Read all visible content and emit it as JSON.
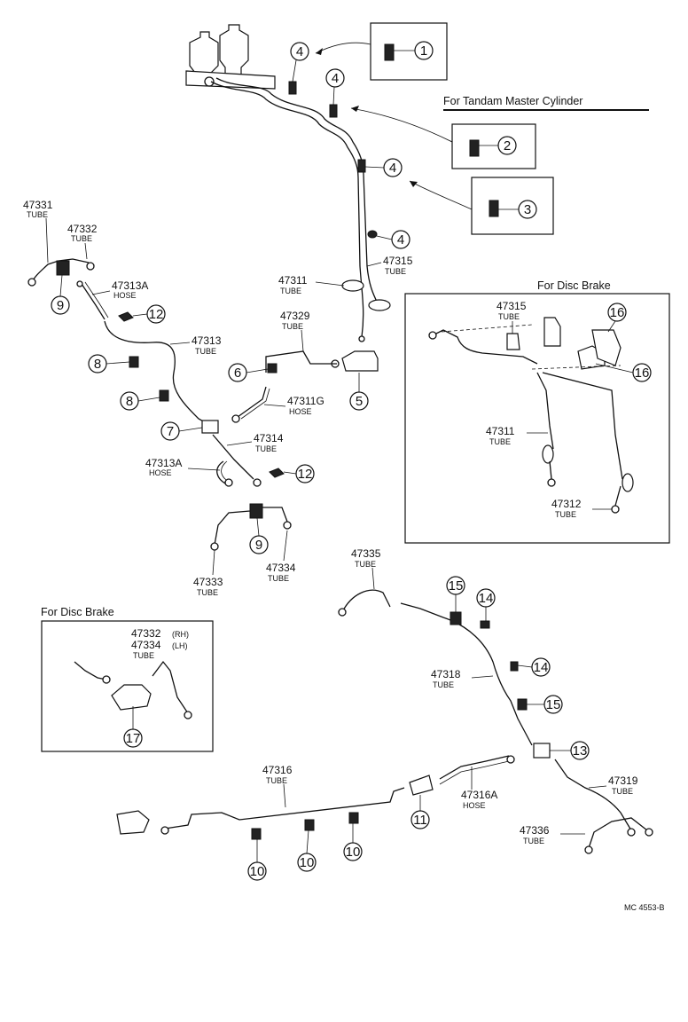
{
  "title_tandem": "For Tandam Master Cylinder",
  "title_disc_right": "For Disc Brake",
  "title_disc_left": "For Disc Brake",
  "diagram_code": "MC 4553-B",
  "callouts": {
    "c1": "1",
    "c2": "2",
    "c3": "3",
    "c4a": "4",
    "c4b": "4",
    "c4c": "4",
    "c4d": "4",
    "c5": "5",
    "c6": "6",
    "c7": "7",
    "c8a": "8",
    "c8b": "8",
    "c9a": "9",
    "c9b": "9",
    "c10a": "10",
    "c10b": "10",
    "c10c": "10",
    "c11": "11",
    "c12a": "12",
    "c12b": "12",
    "c13": "13",
    "c14a": "14",
    "c14b": "14",
    "c15a": "15",
    "c15b": "15",
    "c16a": "16",
    "c16b": "16",
    "c17": "17"
  },
  "parts": {
    "p47331": {
      "number": "47331",
      "type": "TUBE"
    },
    "p47332": {
      "number": "47332",
      "type": "TUBE"
    },
    "p47313A_1": {
      "number": "47313A",
      "type": "HOSE"
    },
    "p47313": {
      "number": "47313",
      "type": "TUBE"
    },
    "p47329": {
      "number": "47329",
      "type": "TUBE"
    },
    "p47311": {
      "number": "47311",
      "type": "TUBE"
    },
    "p47315": {
      "number": "47315",
      "type": "TUBE"
    },
    "p47311G": {
      "number": "47311G",
      "type": "HOSE"
    },
    "p47314": {
      "number": "47314",
      "type": "TUBE"
    },
    "p47313A_2": {
      "number": "47313A",
      "type": "HOSE"
    },
    "p47333": {
      "number": "47333",
      "type": "TUBE"
    },
    "p47334": {
      "number": "47334",
      "type": "TUBE"
    },
    "p47315_disc": {
      "number": "47315",
      "type": "TUBE"
    },
    "p47311_disc": {
      "number": "47311",
      "type": "TUBE"
    },
    "p47312": {
      "number": "47312",
      "type": "TUBE"
    },
    "p47335": {
      "number": "47335",
      "type": "TUBE"
    },
    "p47318": {
      "number": "47318",
      "type": "TUBE"
    },
    "p47316": {
      "number": "47316",
      "type": "TUBE"
    },
    "p47316A": {
      "number": "47316A",
      "type": "HOSE"
    },
    "p47319": {
      "number": "47319",
      "type": "TUBE"
    },
    "p47336": {
      "number": "47336",
      "type": "TUBE"
    },
    "p47332_rh": {
      "number": "47332",
      "suffix": "(RH)"
    },
    "p47334_lh": {
      "number": "47334",
      "suffix": "(LH)",
      "type": "TUBE"
    }
  }
}
